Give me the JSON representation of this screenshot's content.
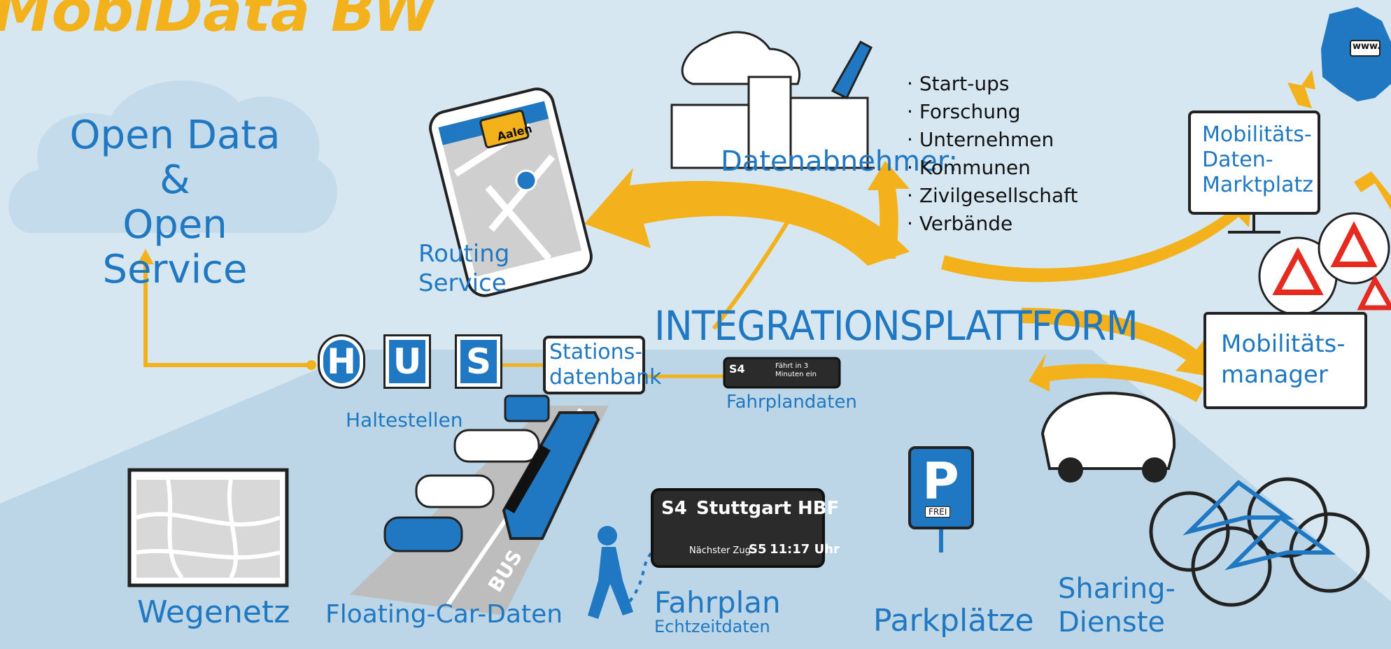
{
  "title": "MobiData BW",
  "cloud": {
    "line1": "Open Data &",
    "line2": "Open Service"
  },
  "platform": {
    "title": "INTEGRATIONSPLATTFORM"
  },
  "phone": {
    "map_label": "Aalen"
  },
  "routing": {
    "line1": "Routing",
    "line2": "Service"
  },
  "consumers": {
    "heading": "Datenabnehmer:",
    "items": [
      "Start-ups",
      "Forschung",
      "Unternehmen",
      "Kommunen",
      "Zivilgesellschaft",
      "Verbände"
    ]
  },
  "marketplace": {
    "line1": "Mobilitäts-",
    "line2": "Daten-",
    "line3": "Marktplatz",
    "screen_text": "www."
  },
  "manager": {
    "line1": "Mobilitäts-",
    "line2": "manager"
  },
  "stops": {
    "letters": [
      "H",
      "U",
      "S"
    ],
    "label": "Haltestellen"
  },
  "station_db": {
    "line1": "Stations-",
    "line2": "datenbank"
  },
  "timetable_data": {
    "label": "Fahrplandaten",
    "sign_line": "S4",
    "sign_text": "Fährt in 3 Minuten ein"
  },
  "road_network": {
    "label": "Wegenetz"
  },
  "floating_car": {
    "label": "Floating-Car-Daten",
    "lane_text": "BUS"
  },
  "departure_board": {
    "line": "S4",
    "destination": "Stuttgart HBF",
    "next_label": "Nächster Zug",
    "next_line": "S5",
    "next_time": "11:17 Uhr"
  },
  "timetable": {
    "line1": "Fahrplan",
    "line2": "Echtzeitdaten"
  },
  "parking": {
    "sign": "P",
    "free": "FREI",
    "label": "Parkplätze"
  },
  "sharing": {
    "line1": "Sharing-",
    "line2": "Dienste"
  },
  "colors": {
    "yellow": "#f3b21c",
    "blue": "#1f78c1",
    "light_blue": "#c3dbea",
    "ground": "#bcd6e7"
  }
}
